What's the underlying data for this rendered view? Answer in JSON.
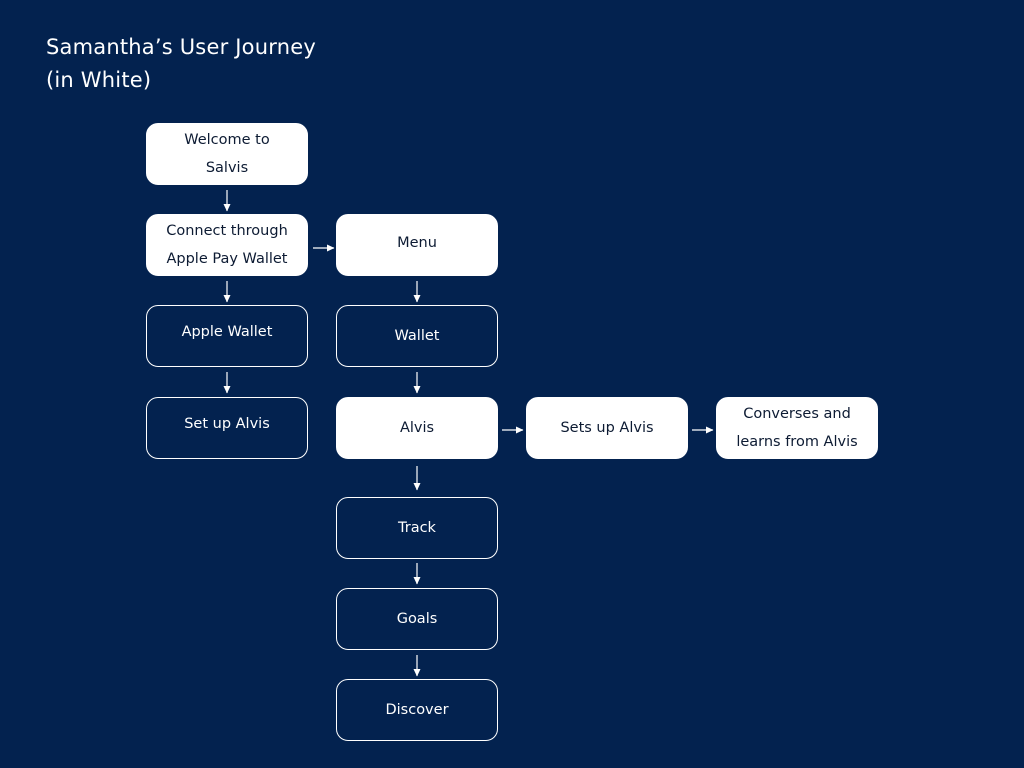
{
  "title": {
    "line1": "Samantha’s User Journey",
    "line2": "(in White)"
  },
  "nodes": {
    "welcome": {
      "line1": "Welcome to",
      "line2": "Salvis"
    },
    "connect": {
      "line1": "Connect through",
      "line2": "Apple Pay Wallet"
    },
    "apple_wallet": {
      "label": "Apple Wallet"
    },
    "set_up_alvis": {
      "label": "Set up Alvis"
    },
    "menu": {
      "label": "Menu"
    },
    "wallet": {
      "label": "Wallet"
    },
    "alvis": {
      "label": "Alvis"
    },
    "track": {
      "label": "Track"
    },
    "goals": {
      "label": "Goals"
    },
    "discover": {
      "label": "Discover"
    },
    "sets_up_alvis": {
      "label": "Sets up Alvis"
    },
    "converses": {
      "line1": "Converses and",
      "line2": "learns from Alvis"
    }
  },
  "colors": {
    "background": "#03224f",
    "node_fill": "#ffffff",
    "node_outline": "#ffffff",
    "filled_text": "#0d1b33",
    "arrow": "#ffffff"
  }
}
